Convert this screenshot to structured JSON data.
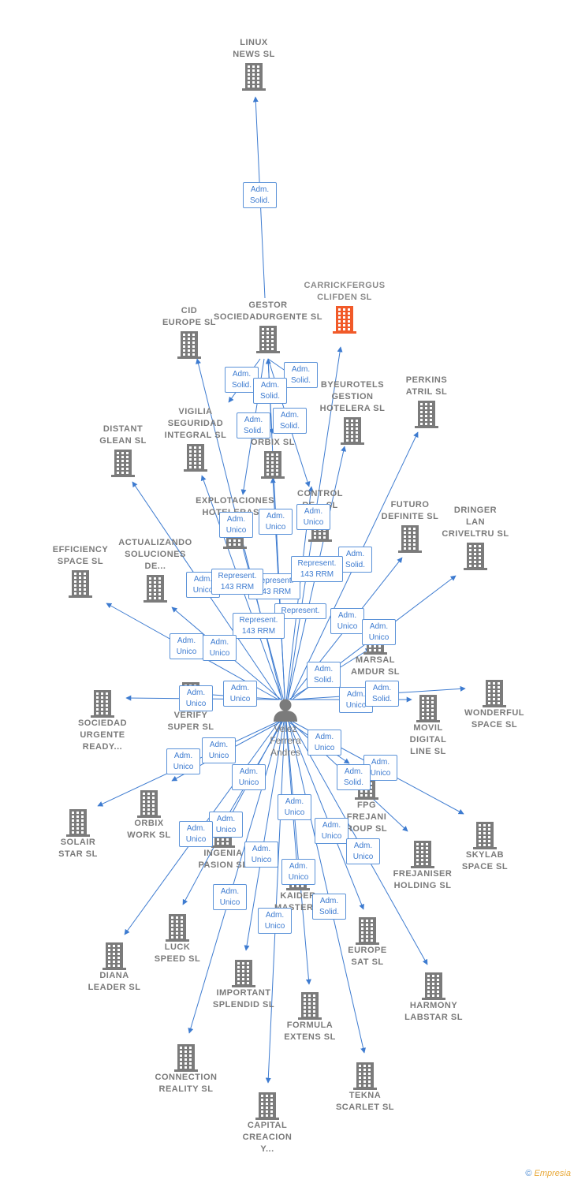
{
  "person": {
    "name_lines": [
      "Velez",
      "Ferrera",
      "Andres"
    ]
  },
  "colors": {
    "edge": "#3d7bd0",
    "building": "#7b7b7b",
    "highlight": "#f15a29"
  },
  "nodes": [
    {
      "id": "linux",
      "lines": [
        "LINUX",
        "NEWS  SL"
      ]
    },
    {
      "id": "carrick",
      "lines": [
        "CARRICKFERGUS",
        "CLIFDEN  SL"
      ],
      "highlight": true
    },
    {
      "id": "gestor",
      "lines": [
        "GESTOR",
        "SOCIEDADURGENTE SL"
      ]
    },
    {
      "id": "cid",
      "lines": [
        "CID",
        "EUROPE  SL"
      ]
    },
    {
      "id": "byeurotels",
      "lines": [
        "BYEUROTELS",
        "GESTION",
        "HOTELERA  SL"
      ]
    },
    {
      "id": "perkins",
      "lines": [
        "PERKINS",
        "ATRIL  SL"
      ]
    },
    {
      "id": "vigilia",
      "lines": [
        "VIGILIA",
        "SEGURIDAD",
        "INTEGRAL  SL"
      ]
    },
    {
      "id": "distant",
      "lines": [
        "DISTANT",
        "GLEAN  SL"
      ]
    },
    {
      "id": "orbixa",
      "lines": [
        "ORBIX  SL"
      ]
    },
    {
      "id": "control",
      "lines": [
        "CONTROL",
        "RE...  SL"
      ]
    },
    {
      "id": "explot",
      "lines": [
        "EXPLOTACIONES",
        "HOTELERAS..."
      ]
    },
    {
      "id": "futuro",
      "lines": [
        "FUTURO",
        "DEFINITE  SL"
      ]
    },
    {
      "id": "dringer",
      "lines": [
        "DRINGER",
        "LAN",
        "CRIVELTRU SL"
      ]
    },
    {
      "id": "actualiz",
      "lines": [
        "ACTUALIZANDO",
        "SOLUCIONES",
        "DE..."
      ]
    },
    {
      "id": "efficiency",
      "lines": [
        "EFFICIENCY",
        "SPACE  SL"
      ]
    },
    {
      "id": "marsal",
      "lines": [
        "MARSAL",
        "AMDUR  SL"
      ]
    },
    {
      "id": "verify",
      "lines": [
        "VERIFY",
        "SUPER  SL"
      ]
    },
    {
      "id": "sociedad",
      "lines": [
        "SOCIEDAD",
        "URGENTE",
        "READY..."
      ]
    },
    {
      "id": "movil",
      "lines": [
        "MOVIL",
        "DIGITAL",
        "LINE  SL"
      ]
    },
    {
      "id": "wonderful",
      "lines": [
        "WONDERFUL",
        "SPACE  SL"
      ]
    },
    {
      "id": "orbixwork",
      "lines": [
        "ORBIX",
        "WORK  SL"
      ]
    },
    {
      "id": "solair",
      "lines": [
        "SOLAIR",
        "STAR  SL"
      ]
    },
    {
      "id": "fpg",
      "lines": [
        "FPG",
        "FREJANI",
        "ROUP  SL"
      ]
    },
    {
      "id": "skylab",
      "lines": [
        "SKYLAB",
        "SPACE  SL"
      ]
    },
    {
      "id": "ingenia",
      "lines": [
        "INGENIA",
        "PASION  SL"
      ]
    },
    {
      "id": "frejaniser",
      "lines": [
        "FREJANISER",
        "HOLDING  SL"
      ]
    },
    {
      "id": "kaider",
      "lines": [
        "KAIDER",
        "MASTER..."
      ]
    },
    {
      "id": "luck",
      "lines": [
        "LUCK",
        "SPEED  SL"
      ]
    },
    {
      "id": "diana",
      "lines": [
        "DIANA",
        "LEADER  SL"
      ]
    },
    {
      "id": "europesat",
      "lines": [
        "EUROPE",
        "SAT  SL"
      ]
    },
    {
      "id": "important",
      "lines": [
        "IMPORTANT",
        "SPLENDID  SL"
      ]
    },
    {
      "id": "harmony",
      "lines": [
        "HARMONY",
        "LABSTAR  SL"
      ]
    },
    {
      "id": "formula",
      "lines": [
        "FORMULA",
        "EXTENS  SL"
      ]
    },
    {
      "id": "connection",
      "lines": [
        "CONNECTION",
        "REALITY  SL"
      ]
    },
    {
      "id": "tekna",
      "lines": [
        "TEKNA",
        "SCARLET  SL"
      ]
    },
    {
      "id": "capital",
      "lines": [
        "CAPITAL",
        "CREACION",
        "Y..."
      ]
    }
  ],
  "badges": [
    {
      "id": "b1",
      "lines": [
        "Adm.",
        "Solid."
      ]
    },
    {
      "id": "b2",
      "lines": [
        "Adm.",
        "Solid."
      ]
    },
    {
      "id": "b3",
      "lines": [
        "Adm.",
        "Solid."
      ]
    },
    {
      "id": "b4",
      "lines": [
        "Adm.",
        "Solid."
      ]
    },
    {
      "id": "b5",
      "lines": [
        "Adm.",
        "Solid."
      ]
    },
    {
      "id": "b6",
      "lines": [
        "Adm.",
        "Solid."
      ]
    },
    {
      "id": "b7",
      "lines": [
        "Adm.",
        "Unico"
      ]
    },
    {
      "id": "b8",
      "lines": [
        "Adm.",
        "Unico"
      ]
    },
    {
      "id": "b9",
      "lines": [
        "Adm.",
        "Unico"
      ]
    },
    {
      "id": "b10",
      "lines": [
        "Represent.",
        "143 RRM"
      ]
    },
    {
      "id": "b11",
      "lines": [
        "Adm.",
        "Solid."
      ]
    },
    {
      "id": "b12",
      "lines": [
        "Adm.",
        "Unico"
      ]
    },
    {
      "id": "b13",
      "lines": [
        "Represent.",
        "143 RRM"
      ]
    },
    {
      "id": "b14",
      "lines": [
        "Represent.",
        "143 RRM"
      ]
    },
    {
      "id": "b15",
      "lines": [
        "Represent."
      ]
    },
    {
      "id": "b16",
      "lines": [
        "Represent.",
        "143 RRM"
      ]
    },
    {
      "id": "b17",
      "lines": [
        "Adm.",
        "Unico"
      ]
    },
    {
      "id": "b18",
      "lines": [
        "Adm.",
        "Unico"
      ]
    },
    {
      "id": "b19",
      "lines": [
        "Adm.",
        "Unico"
      ]
    },
    {
      "id": "b20",
      "lines": [
        "Adm.",
        "Unico"
      ]
    },
    {
      "id": "b21",
      "lines": [
        "Adm.",
        "Solid."
      ]
    },
    {
      "id": "b22",
      "lines": [
        "Adm.",
        "Unico"
      ]
    },
    {
      "id": "b23",
      "lines": [
        "Adm.",
        "Unico"
      ]
    },
    {
      "id": "b24",
      "lines": [
        "Adm.",
        "Unico"
      ]
    },
    {
      "id": "b25",
      "lines": [
        "Adm.",
        "Solid."
      ]
    },
    {
      "id": "b26",
      "lines": [
        "Adm.",
        "Unico"
      ]
    },
    {
      "id": "b27",
      "lines": [
        "Adm.",
        "Unico"
      ]
    },
    {
      "id": "b28",
      "lines": [
        "Adm.",
        "Unico"
      ]
    },
    {
      "id": "b29",
      "lines": [
        "Adm.",
        "Unico"
      ]
    },
    {
      "id": "b30",
      "lines": [
        "Adm.",
        "Solid."
      ]
    },
    {
      "id": "b31",
      "lines": [
        "Adm.",
        "Unico"
      ]
    },
    {
      "id": "b32",
      "lines": [
        "Adm.",
        "Unico"
      ]
    },
    {
      "id": "b33",
      "lines": [
        "Adm.",
        "Unico"
      ]
    },
    {
      "id": "b34",
      "lines": [
        "Adm.",
        "Unico"
      ]
    },
    {
      "id": "b35",
      "lines": [
        "Adm.",
        "Unico"
      ]
    },
    {
      "id": "b36",
      "lines": [
        "Adm.",
        "Unico"
      ]
    },
    {
      "id": "b37",
      "lines": [
        "Adm.",
        "Unico"
      ]
    },
    {
      "id": "b38",
      "lines": [
        "Adm.",
        "Unico"
      ]
    },
    {
      "id": "b39",
      "lines": [
        "Adm.",
        "Unico"
      ]
    },
    {
      "id": "b40",
      "lines": [
        "Adm.",
        "Solid."
      ]
    },
    {
      "id": "b41",
      "lines": [
        "Adm.",
        "Unico"
      ]
    }
  ],
  "footer": {
    "copyright": "©",
    "brand": "Empresia"
  }
}
